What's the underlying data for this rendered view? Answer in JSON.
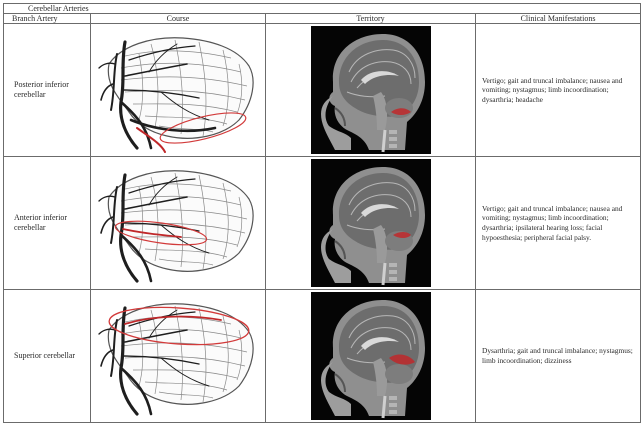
{
  "table": {
    "title": "Cerebellar Arteries",
    "headers": {
      "branch": "Branch Artery",
      "course": "Course",
      "territory": "Territory",
      "clinical": "Clinical Manifestations"
    },
    "rows": [
      {
        "artery": "Posterior inferior cerebellar",
        "manifestations": "Vertigo; gait and truncal imbalance; nausea and vomiting; nystagmus; limb incoordination; dysarthria; headache",
        "highlight_color": "#c0282a"
      },
      {
        "artery": "Anterior inferior cerebellar",
        "manifestations": "Vertigo; gait and truncal imbalance; nausea and vomiting; nystagmus; limb incoordination; dysarthria; ipsilateral hearing loss; facial hypoesthesia; peripheral facial palsy.",
        "highlight_color": "#c0282a"
      },
      {
        "artery": "Superior cerebellar",
        "manifestations": "Dysarthria; gait and truncal imbalance; nystagmus; limb incoordination; dizziness",
        "highlight_color": "#c0282a"
      }
    ]
  }
}
